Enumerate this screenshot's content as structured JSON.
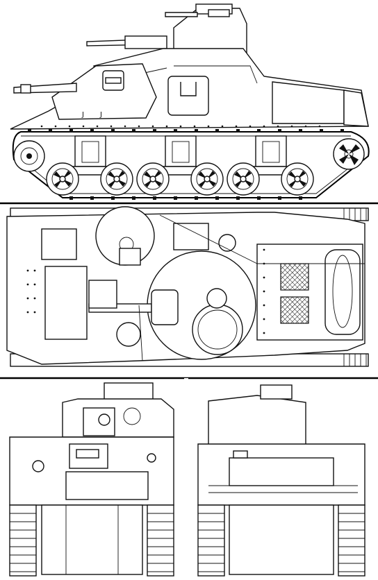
{
  "sheet": {
    "views": [
      "side",
      "top",
      "front",
      "rear"
    ],
    "colors": {
      "ink": "#111111",
      "paper": "#ffffff"
    },
    "side": {
      "road_wheels": 6,
      "return_rollers": 3,
      "suspension_bogies": 3,
      "hull_markings": [
        "J",
        "J"
      ]
    },
    "top": {
      "engine_deck_grilles": 2,
      "turret_hatches": 1
    }
  }
}
